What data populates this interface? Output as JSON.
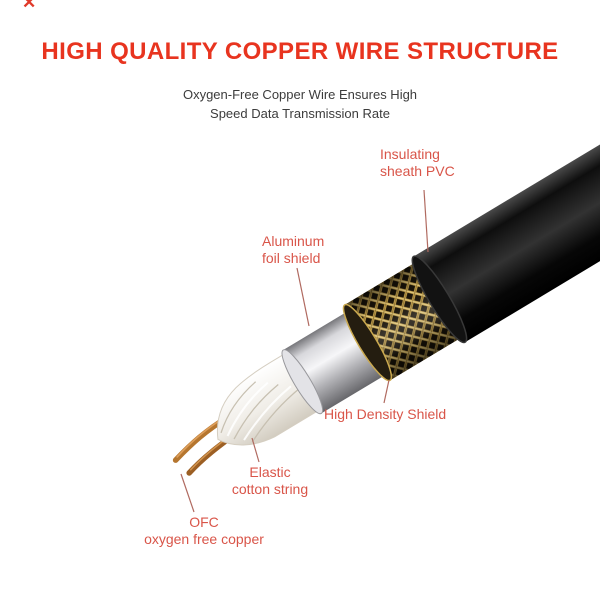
{
  "watermark": {
    "corner_mark": "✕"
  },
  "header": {
    "title": "HIGH QUALITY COPPER WIRE STRUCTURE",
    "subtitle_line1": "Oxygen-Free Copper Wire Ensures High",
    "subtitle_line2": "Speed Data Transmission Rate"
  },
  "annotations": {
    "pvc": {
      "line1": "Insulating",
      "line2": "sheath PVC"
    },
    "foil": {
      "line1": "Aluminum",
      "line2": "foil shield"
    },
    "shield": {
      "line1": "High Density Shield"
    },
    "cotton": {
      "line1": "Elastic",
      "line2": "cotton string"
    },
    "copper": {
      "line1": "OFC",
      "line2": "oxygen free copper"
    }
  },
  "colors": {
    "title_red": "#e8341f",
    "label_red": "#d95549",
    "subtitle_gray": "#3c3c3c",
    "copper": "#b5762f",
    "mesh_gold": "#c9a64f",
    "foil_silver": "#d9d9dd",
    "pvc_black": "#111111"
  }
}
